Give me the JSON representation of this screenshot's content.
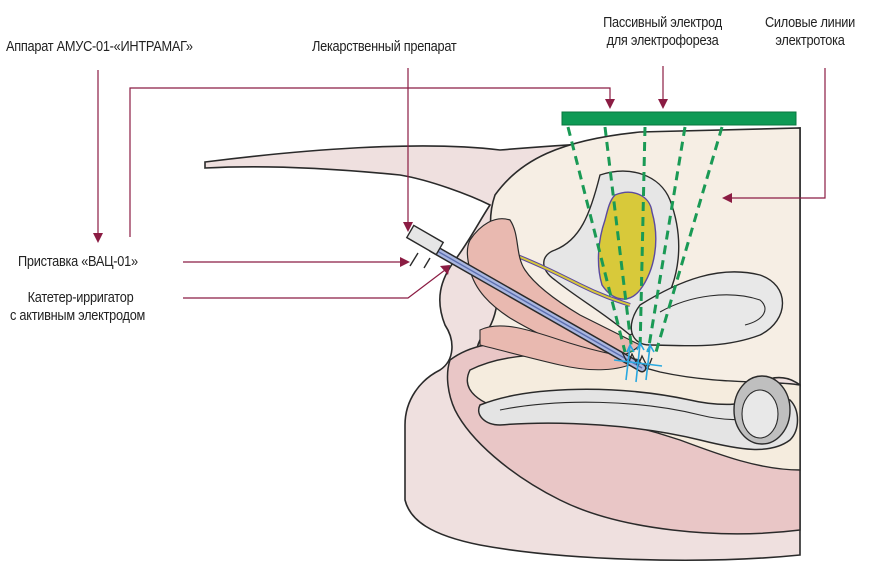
{
  "labels": {
    "apparatus": "Аппарат АМУС-01-«ИНТРАМАГ»",
    "drug": "Лекарственный препарат",
    "passive_electrode_line1": "Пассивный электрод",
    "passive_electrode_line2": "для электрофореза",
    "field_lines_line1": "Силовые линии",
    "field_lines_line2": "электротока",
    "attachment": "Приставка «ВАЦ-01»",
    "catheter_line1": "Катетер-ирригатор",
    "catheter_line2": "с активным электродом"
  },
  "colors": {
    "leader_line": "#8b1c43",
    "electrode": "#0e9a55",
    "field_lines": "#1a9a55",
    "catheter": "#5c6fb0",
    "uterus_fill": "#d8c93a",
    "skin": "#efe0df",
    "tissue": "#f6eee4",
    "mucosa": "#e9b9b0",
    "rectum": "#e4e4e4",
    "current_arrows": "#29a8e0"
  }
}
